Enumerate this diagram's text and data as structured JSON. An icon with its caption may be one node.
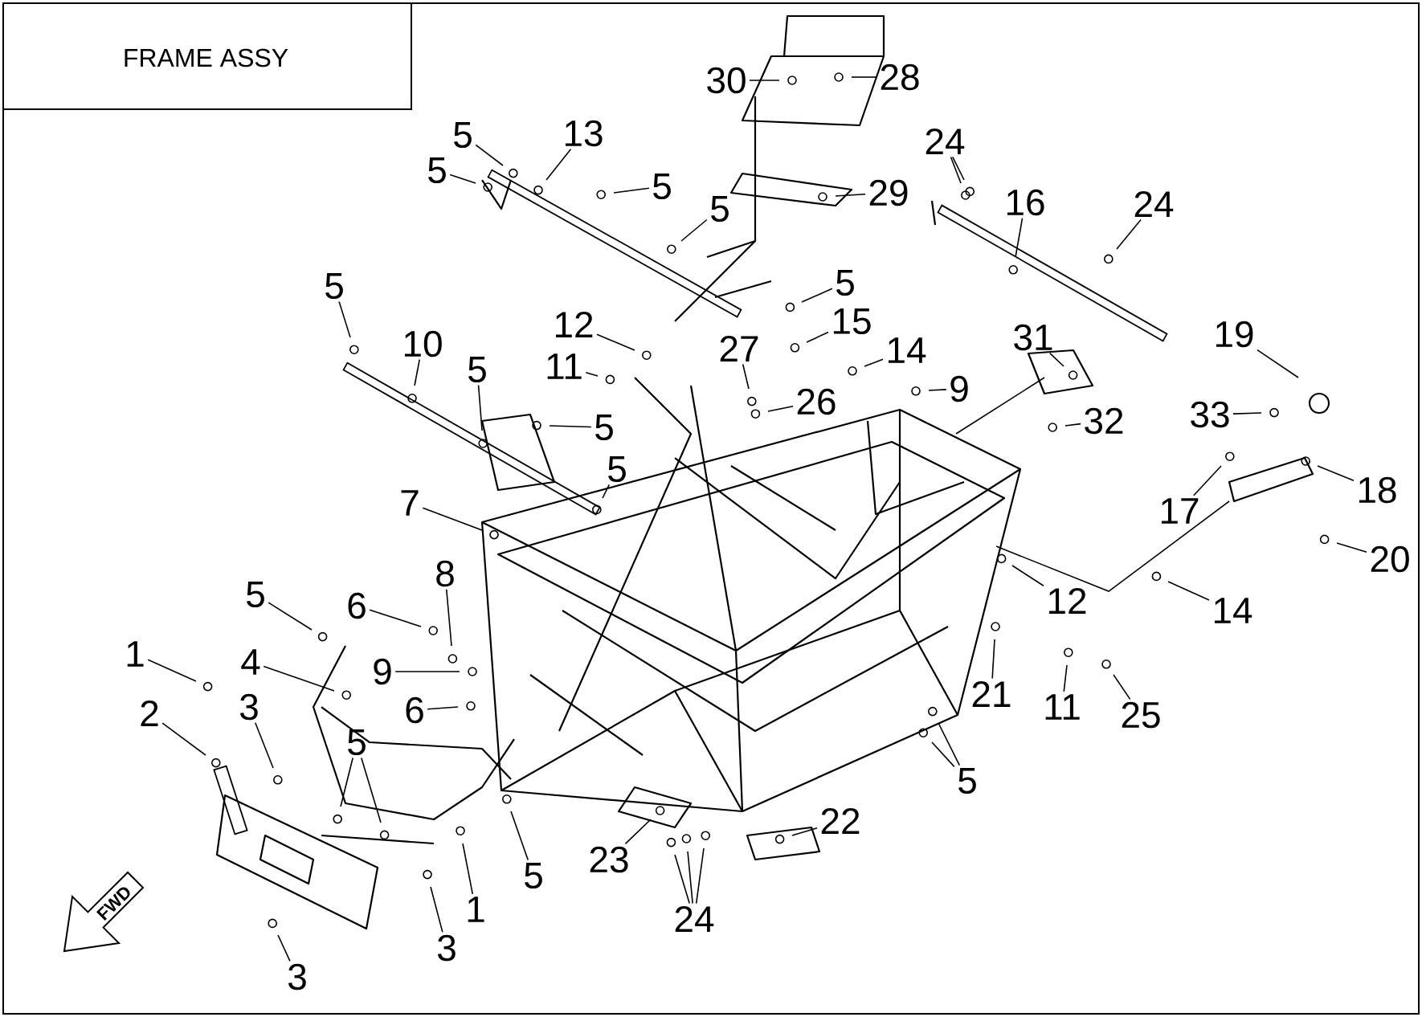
{
  "diagram": {
    "title": "FRAME ASSY",
    "nodes": [
      {
        "text": [
          "30"
        ]
      },
      {
        "text": [
          "28"
        ]
      },
      {
        "text": [
          "24"
        ]
      },
      {
        "text": [
          "5"
        ]
      },
      {
        "text": [
          "13"
        ]
      },
      {
        "text": [
          "5"
        ]
      },
      {
        "text": [
          "5"
        ]
      },
      {
        "text": [
          "16"
        ]
      },
      {
        "text": [
          "24"
        ]
      },
      {
        "text": [
          "5"
        ]
      },
      {
        "text": [
          "29"
        ]
      },
      {
        "text": [
          "5"
        ]
      },
      {
        "text": [
          "5"
        ]
      },
      {
        "text": [
          "15"
        ]
      },
      {
        "text": [
          "12"
        ]
      },
      {
        "text": [
          "19"
        ]
      },
      {
        "text": [
          "31"
        ]
      },
      {
        "text": [
          "10"
        ]
      },
      {
        "text": [
          "27"
        ]
      },
      {
        "text": [
          "14"
        ]
      },
      {
        "text": [
          "11"
        ]
      },
      {
        "text": [
          "5"
        ]
      },
      {
        "text": [
          "9"
        ]
      },
      {
        "text": [
          "26"
        ]
      },
      {
        "text": [
          "5"
        ]
      },
      {
        "text": [
          "33"
        ]
      },
      {
        "text": [
          "32"
        ]
      },
      {
        "text": [
          "5"
        ]
      },
      {
        "text": [
          "7"
        ]
      },
      {
        "text": [
          "18"
        ]
      },
      {
        "text": [
          "17"
        ]
      },
      {
        "text": [
          "20"
        ]
      },
      {
        "text": [
          "8"
        ]
      },
      {
        "text": [
          "5"
        ]
      },
      {
        "text": [
          "6"
        ]
      },
      {
        "text": [
          "12"
        ]
      },
      {
        "text": [
          "14"
        ]
      },
      {
        "text": [
          "1"
        ]
      },
      {
        "text": [
          "9"
        ]
      },
      {
        "text": [
          "4"
        ]
      },
      {
        "text": [
          "6"
        ]
      },
      {
        "text": [
          "21"
        ]
      },
      {
        "text": [
          "11"
        ]
      },
      {
        "text": [
          "25"
        ]
      },
      {
        "text": [
          "2"
        ]
      },
      {
        "text": [
          "3"
        ]
      },
      {
        "text": [
          "5"
        ]
      },
      {
        "text": [
          "5"
        ]
      },
      {
        "text": [
          "22"
        ]
      },
      {
        "text": [
          "23"
        ]
      },
      {
        "text": [
          "5"
        ]
      },
      {
        "text": [
          "1"
        ]
      },
      {
        "text": [
          "24"
        ]
      },
      {
        "text": [
          "3"
        ]
      },
      {
        "text": [
          "3"
        ]
      }
    ],
    "edges": [
      {
        "from": 0,
        "to": null,
        "arrow": "none"
      },
      {
        "from": 1,
        "to": null,
        "arrow": "none"
      },
      {
        "from": 2,
        "to": null,
        "arrow": "none"
      },
      {
        "from": 2,
        "to": null,
        "arrow": "none"
      },
      {
        "from": 3,
        "to": null,
        "arrow": "none"
      },
      {
        "from": 4,
        "to": null,
        "arrow": "none"
      },
      {
        "from": 5,
        "to": null,
        "arrow": "none"
      },
      {
        "from": 6,
        "to": null,
        "arrow": "none"
      },
      {
        "from": 7,
        "to": null,
        "arrow": "none"
      },
      {
        "from": 8,
        "to": null,
        "arrow": "none"
      },
      {
        "from": 9,
        "to": null,
        "arrow": "none"
      },
      {
        "from": 10,
        "to": null,
        "arrow": "none"
      },
      {
        "from": 11,
        "to": null,
        "arrow": "none"
      },
      {
        "from": 12,
        "to": null,
        "arrow": "none"
      },
      {
        "from": 13,
        "to": null,
        "arrow": "none"
      },
      {
        "from": 14,
        "to": null,
        "arrow": "none"
      },
      {
        "from": 15,
        "to": null,
        "arrow": "none"
      },
      {
        "from": 16,
        "to": null,
        "arrow": "none"
      },
      {
        "from": 17,
        "to": null,
        "arrow": "none"
      },
      {
        "from": 18,
        "to": null,
        "arrow": "none"
      },
      {
        "from": 19,
        "to": null,
        "arrow": "none"
      },
      {
        "from": 20,
        "to": null,
        "arrow": "none"
      },
      {
        "from": 21,
        "to": null,
        "arrow": "none"
      },
      {
        "from": 22,
        "to": null,
        "arrow": "none"
      },
      {
        "from": 23,
        "to": null,
        "arrow": "none"
      },
      {
        "from": 24,
        "to": null,
        "arrow": "none"
      },
      {
        "from": 25,
        "to": null,
        "arrow": "none"
      },
      {
        "from": 26,
        "to": null,
        "arrow": "none"
      },
      {
        "from": 27,
        "to": null,
        "arrow": "none"
      },
      {
        "from": 28,
        "to": null,
        "arrow": "none"
      },
      {
        "from": 29,
        "to": null,
        "arrow": "none"
      },
      {
        "from": 30,
        "to": null,
        "arrow": "none"
      },
      {
        "from": 31,
        "to": null,
        "arrow": "none"
      },
      {
        "from": 32,
        "to": null,
        "arrow": "none"
      },
      {
        "from": 33,
        "to": null,
        "arrow": "none"
      },
      {
        "from": 34,
        "to": null,
        "arrow": "none"
      },
      {
        "from": 35,
        "to": null,
        "arrow": "none"
      },
      {
        "from": 36,
        "to": null,
        "arrow": "none"
      },
      {
        "from": 37,
        "to": null,
        "arrow": "none"
      },
      {
        "from": 38,
        "to": null,
        "arrow": "none"
      },
      {
        "from": 39,
        "to": null,
        "arrow": "none"
      },
      {
        "from": 40,
        "to": null,
        "arrow": "none"
      },
      {
        "from": 41,
        "to": null,
        "arrow": "none"
      },
      {
        "from": 42,
        "to": null,
        "arrow": "none"
      },
      {
        "from": 43,
        "to": null,
        "arrow": "none"
      },
      {
        "from": 44,
        "to": null,
        "arrow": "none"
      },
      {
        "from": 45,
        "to": null,
        "arrow": "none"
      },
      {
        "from": 46,
        "to": null,
        "arrow": "none"
      },
      {
        "from": 46,
        "to": null,
        "arrow": "none"
      },
      {
        "from": 47,
        "to": null,
        "arrow": "none"
      },
      {
        "from": 47,
        "to": null,
        "arrow": "none"
      },
      {
        "from": 48,
        "to": null,
        "arrow": "none"
      },
      {
        "from": 49,
        "to": null,
        "arrow": "none"
      },
      {
        "from": 50,
        "to": null,
        "arrow": "none"
      },
      {
        "from": 51,
        "to": null,
        "arrow": "none"
      },
      {
        "from": 52,
        "to": null,
        "arrow": "none"
      },
      {
        "from": 52,
        "to": null,
        "arrow": "none"
      },
      {
        "from": 52,
        "to": null,
        "arrow": "none"
      },
      {
        "from": 53,
        "to": null,
        "arrow": "none"
      },
      {
        "from": 54,
        "to": null,
        "arrow": "none"
      }
    ],
    "labels": [
      "FWD"
    ]
  }
}
